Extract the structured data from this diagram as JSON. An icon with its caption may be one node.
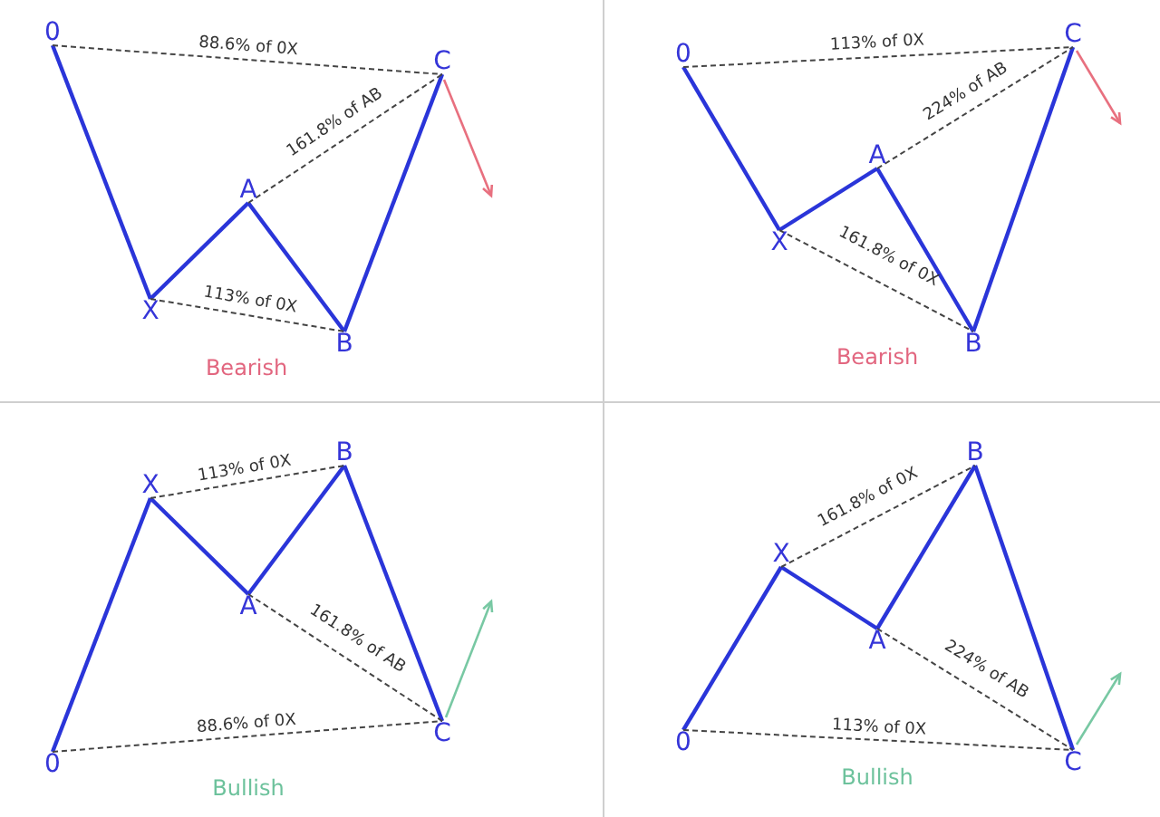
{
  "diagram": {
    "nodes": [
      {
        "text": [
          "0"
        ]
      },
      {
        "text": [
          "X"
        ]
      },
      {
        "text": [
          "A"
        ]
      },
      {
        "text": [
          "B"
        ]
      },
      {
        "text": [
          "C"
        ]
      },
      {
        "text": [
          "0"
        ]
      },
      {
        "text": [
          "X"
        ]
      },
      {
        "text": [
          "A"
        ]
      },
      {
        "text": [
          "B"
        ]
      },
      {
        "text": [
          "C"
        ]
      },
      {
        "text": [
          "0"
        ]
      },
      {
        "text": [
          "X"
        ]
      },
      {
        "text": [
          "A"
        ]
      },
      {
        "text": [
          "B"
        ]
      },
      {
        "text": [
          "C"
        ]
      },
      {
        "text": [
          "0"
        ]
      },
      {
        "text": [
          "X"
        ]
      },
      {
        "text": [
          "A"
        ]
      },
      {
        "text": [
          "B"
        ]
      },
      {
        "text": [
          "C"
        ]
      }
    ],
    "edges": [
      {
        "from": 0,
        "to": 1,
        "arrow": "none"
      },
      {
        "from": 1,
        "to": 2,
        "arrow": "none"
      },
      {
        "from": 2,
        "to": 3,
        "arrow": "none"
      },
      {
        "from": 3,
        "to": 4,
        "arrow": "none"
      },
      {
        "from": 0,
        "to": 4,
        "arrow": "none",
        "label": "88.6% of 0X",
        "style": "dashed",
        "color": "#444444"
      },
      {
        "from": 2,
        "to": 4,
        "arrow": "none",
        "label": "161.8% of AB",
        "style": "dashed",
        "color": "#444444"
      },
      {
        "from": 1,
        "to": 3,
        "arrow": "none",
        "label": "113% of 0X",
        "style": "dashed",
        "color": "#444444"
      },
      {
        "from": 5,
        "to": 6,
        "arrow": "none"
      },
      {
        "from": 6,
        "to": 7,
        "arrow": "none"
      },
      {
        "from": 7,
        "to": 8,
        "arrow": "none"
      },
      {
        "from": 8,
        "to": 9,
        "arrow": "none"
      },
      {
        "from": 5,
        "to": 9,
        "arrow": "none",
        "label": "113% of 0X",
        "style": "dashed",
        "color": "#444444"
      },
      {
        "from": 7,
        "to": 9,
        "arrow": "none",
        "label": "224% of AB",
        "style": "dashed",
        "color": "#444444"
      },
      {
        "from": 6,
        "to": 8,
        "arrow": "none",
        "label": "161.8% of 0X",
        "style": "dashed",
        "color": "#444444"
      },
      {
        "from": 10,
        "to": 11,
        "arrow": "none"
      },
      {
        "from": 11,
        "to": 12,
        "arrow": "none"
      },
      {
        "from": 12,
        "to": 13,
        "arrow": "none"
      },
      {
        "from": 13,
        "to": 14,
        "arrow": "none"
      },
      {
        "from": 11,
        "to": 13,
        "arrow": "none",
        "label": "113% of 0X",
        "style": "dashed",
        "color": "#444444"
      },
      {
        "from": 12,
        "to": 14,
        "arrow": "none",
        "label": "161.8% of AB",
        "style": "dashed",
        "color": "#444444"
      },
      {
        "from": 10,
        "to": 14,
        "arrow": "none",
        "label": "88.6% of 0X",
        "style": "dashed",
        "color": "#444444"
      },
      {
        "from": 15,
        "to": 16,
        "arrow": "none"
      },
      {
        "from": 16,
        "to": 17,
        "arrow": "none"
      },
      {
        "from": 17,
        "to": 18,
        "arrow": "none"
      },
      {
        "from": 18,
        "to": 19,
        "arrow": "none"
      },
      {
        "from": 16,
        "to": 18,
        "arrow": "none",
        "label": "161.8% of 0X",
        "style": "dashed",
        "color": "#444444"
      },
      {
        "from": 17,
        "to": 19,
        "arrow": "none",
        "label": "224% of AB",
        "style": "dashed",
        "color": "#444444"
      },
      {
        "from": 15,
        "to": 19,
        "arrow": "none",
        "label": "113% of 0X",
        "style": "dashed",
        "color": "#444444"
      }
    ],
    "labels": [
      "Bearish",
      "Bearish",
      "Bullish",
      "Bullish"
    ]
  }
}
